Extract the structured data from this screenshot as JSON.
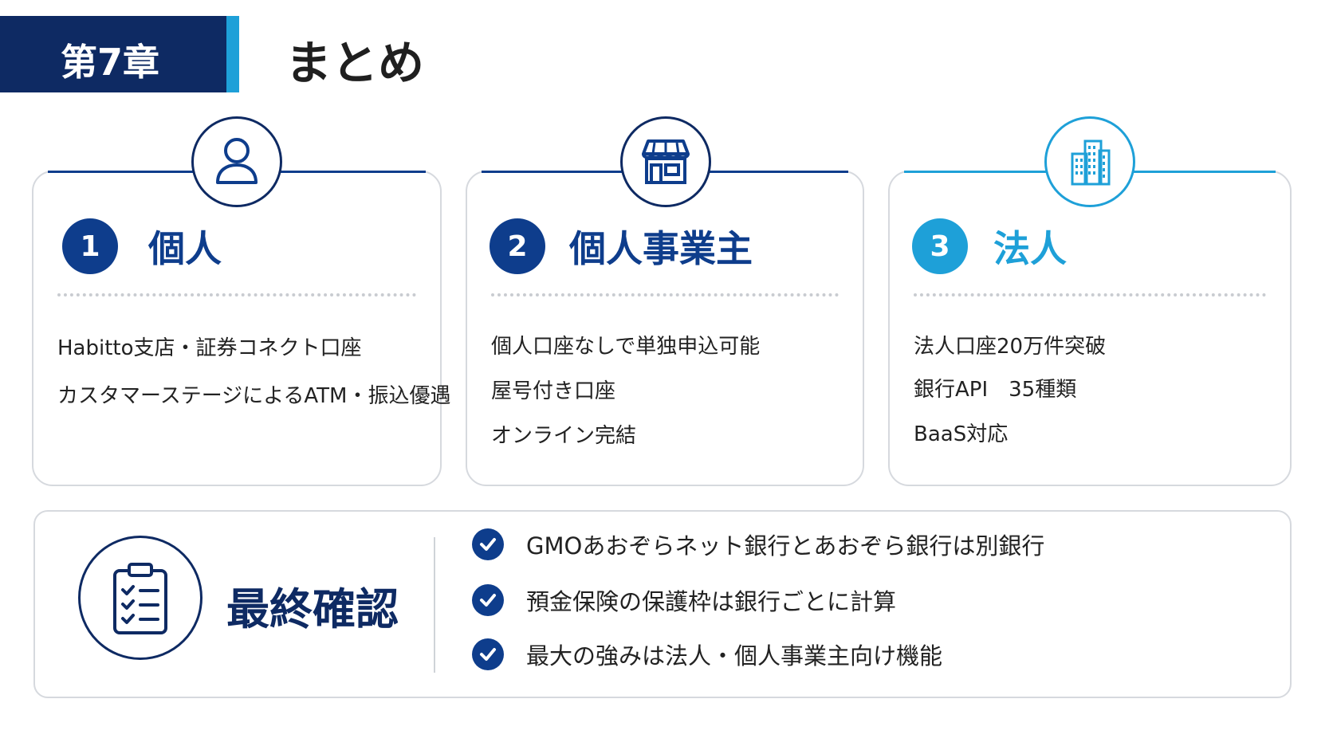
{
  "header": {
    "chapter": "第7章",
    "title": "まとめ"
  },
  "cards": [
    {
      "number": "1",
      "title": "個人",
      "icon": "person-icon",
      "accent": "#0e3d8c",
      "items": [
        "Habitto支店・証券コネクト口座",
        "カスタマーステージによるATM・振込優遇"
      ]
    },
    {
      "number": "2",
      "title": "個人事業主",
      "icon": "storefront-icon",
      "accent": "#0e3d8c",
      "items": [
        "個人口座なしで単独申込可能",
        "屋号付き口座",
        "オンライン完結"
      ]
    },
    {
      "number": "3",
      "title": "法人",
      "icon": "building-icon",
      "accent": "#1ea0d8",
      "items": [
        "法人口座20万件突破",
        "銀行API　35種類",
        "BaaS対応"
      ]
    }
  ],
  "summary": {
    "icon": "clipboard-checklist-icon",
    "title": "最終確認",
    "points": [
      "GMOあおぞらネット銀行とあおぞら銀行は別銀行",
      "預金保険の保護枠は銀行ごとに計算",
      "最大の強みは法人・個人事業主向け機能"
    ]
  },
  "colors": {
    "navy": "#0e2a63",
    "blue": "#0e3d8c",
    "cyan": "#1ea0d8"
  }
}
